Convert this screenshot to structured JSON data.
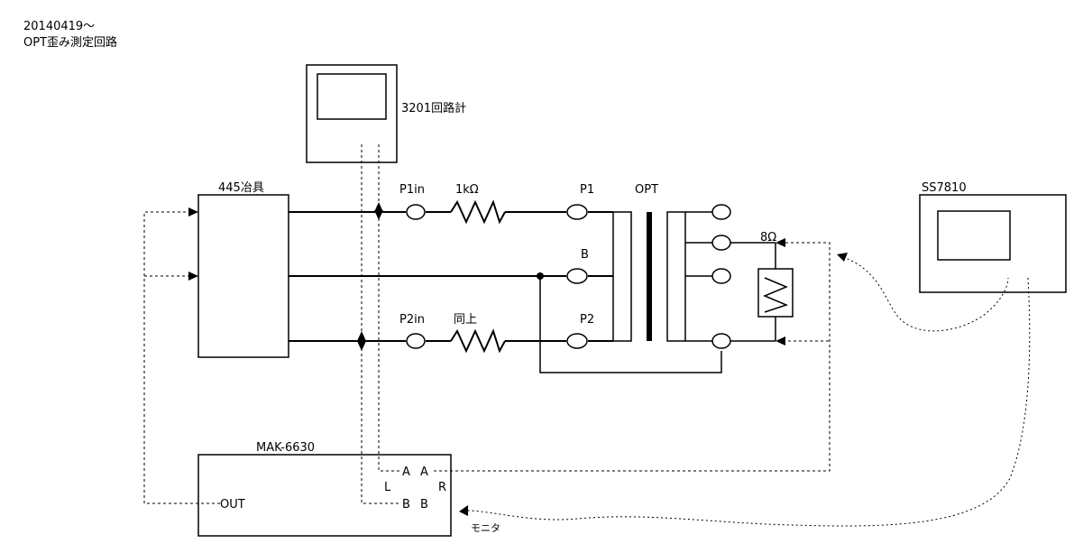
{
  "header": {
    "date": "20140419～",
    "title": "OPT歪み測定回路"
  },
  "devices": {
    "meter": "3201回路計",
    "jig": "445冶具",
    "analyzer": "MAK-6630",
    "scope": "SS7810"
  },
  "labels": {
    "p1in": "P1in",
    "resistor1": "1kΩ",
    "p1": "P1",
    "opt": "OPT",
    "b": "B",
    "p2in": "P2in",
    "resistor2": "同上",
    "p2": "P2",
    "load": "8Ω",
    "out": "OUT",
    "a1": "A",
    "a2": "A",
    "l": "L",
    "r": "R",
    "b1": "B",
    "b2": "B",
    "monitor": "モニタ"
  }
}
